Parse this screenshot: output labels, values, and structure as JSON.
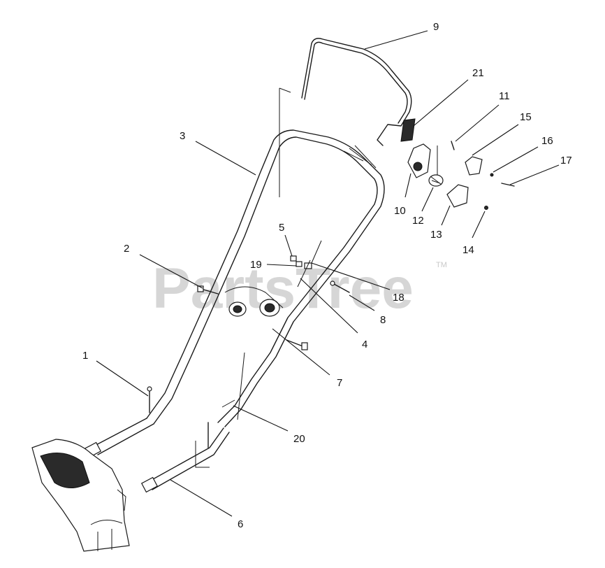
{
  "watermark": {
    "text": "PartsTree",
    "tm": "TM"
  },
  "callouts": [
    {
      "id": "1",
      "label": "1"
    },
    {
      "id": "2",
      "label": "2"
    },
    {
      "id": "3",
      "label": "3"
    },
    {
      "id": "4",
      "label": "4"
    },
    {
      "id": "5",
      "label": "5"
    },
    {
      "id": "6",
      "label": "6"
    },
    {
      "id": "7",
      "label": "7"
    },
    {
      "id": "8",
      "label": "8"
    },
    {
      "id": "9",
      "label": "9"
    },
    {
      "id": "10",
      "label": "10"
    },
    {
      "id": "11",
      "label": "11"
    },
    {
      "id": "12",
      "label": "12"
    },
    {
      "id": "13",
      "label": "13"
    },
    {
      "id": "14",
      "label": "14"
    },
    {
      "id": "15",
      "label": "15"
    },
    {
      "id": "16",
      "label": "16"
    },
    {
      "id": "17",
      "label": "17"
    },
    {
      "id": "18",
      "label": "18"
    },
    {
      "id": "19",
      "label": "19"
    },
    {
      "id": "20",
      "label": "20"
    },
    {
      "id": "21",
      "label": "21"
    }
  ]
}
